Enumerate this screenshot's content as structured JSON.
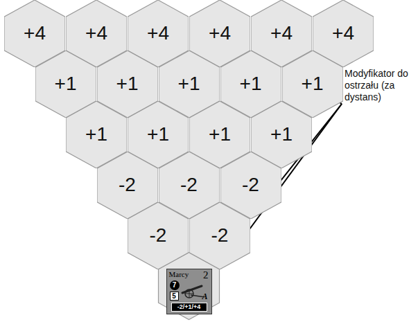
{
  "diagram": {
    "nodes": [
      {
        "text": [
          "+4"
        ]
      },
      {
        "text": [
          "+4"
        ]
      },
      {
        "text": [
          "+4"
        ]
      },
      {
        "text": [
          "+4"
        ]
      },
      {
        "text": [
          "+4"
        ]
      },
      {
        "text": [
          "+4"
        ]
      },
      {
        "text": [
          "+1"
        ]
      },
      {
        "text": [
          "+1"
        ]
      },
      {
        "text": [
          "+1"
        ]
      },
      {
        "text": [
          "+1"
        ]
      },
      {
        "text": [
          "+1"
        ]
      },
      {
        "text": [
          "+1"
        ]
      },
      {
        "text": [
          "+1"
        ]
      },
      {
        "text": [
          "+1"
        ]
      },
      {
        "text": [
          "+1"
        ]
      },
      {
        "text": [
          "-2"
        ]
      },
      {
        "text": [
          "-2"
        ]
      },
      {
        "text": [
          "-2"
        ]
      },
      {
        "text": [
          "-2"
        ]
      },
      {
        "text": [
          "-2"
        ]
      },
      {
        "text": [
          "Marcy",
          "2",
          "7",
          "5",
          "A",
          "-2/+1/+4"
        ]
      }
    ],
    "labels": [
      "Modyfikator do ostrzału (za dystans)"
    ]
  }
}
